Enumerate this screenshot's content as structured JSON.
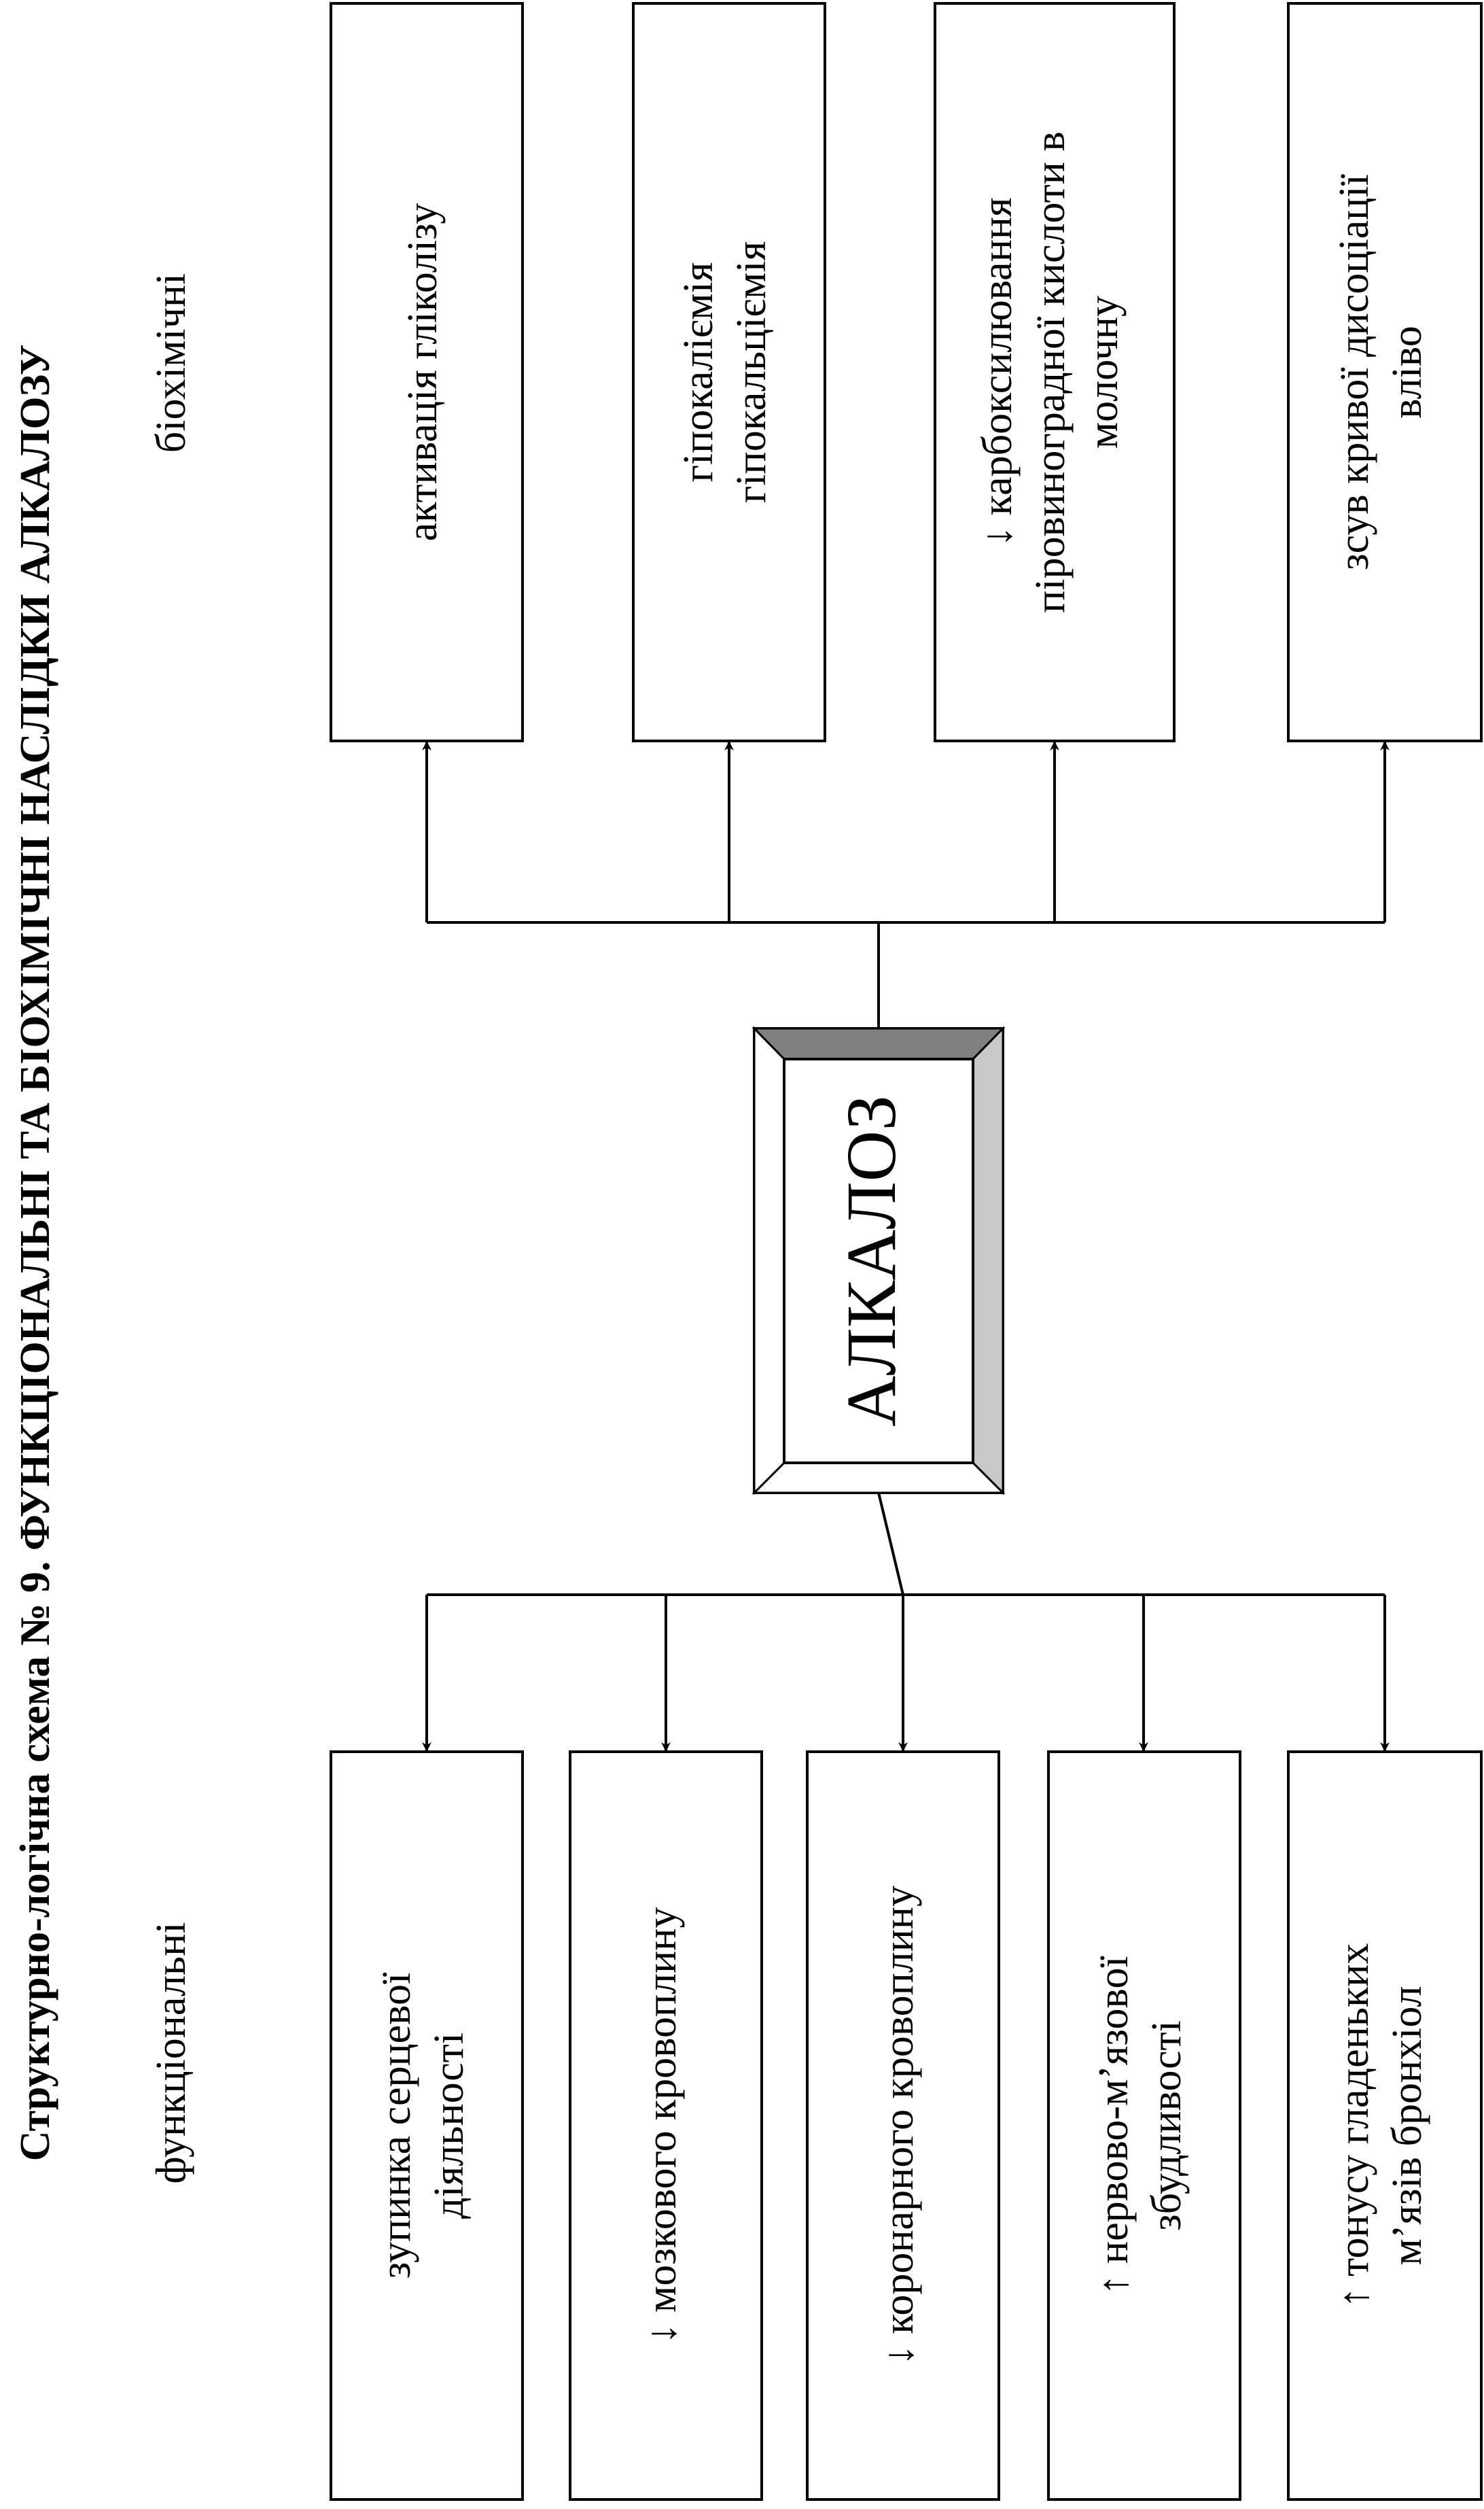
{
  "title": "Структурно-логічна схема № 9. ФУНКЦІОНАЛЬНІ ТА БІОХІМІЧНІ НАСЛІДКИ АЛКАЛОЗУ",
  "center": {
    "label": "АЛКАЛОЗ"
  },
  "categories": {
    "biochemical": "біохімічні",
    "functional": "функціональні"
  },
  "biochemical_effects": [
    {
      "lines": [
        "активація гліколізу"
      ]
    },
    {
      "lines": [
        "гіпокаліємія",
        "гіпокальціємія"
      ]
    },
    {
      "lines": [
        "↓ карбоксилювання",
        "піровиноградної кислоти в",
        "молочну"
      ]
    },
    {
      "lines": [
        "зсув кривої дисоціації",
        "вліво"
      ]
    }
  ],
  "functional_effects": [
    {
      "lines": [
        "зупинка серцевої",
        "діяльності"
      ]
    },
    {
      "lines": [
        "↓ мозкового кровоплину"
      ]
    },
    {
      "lines": [
        "↓ коронарного кровоплину"
      ]
    },
    {
      "lines": [
        "↑ нервово-м’язової",
        "збудливості"
      ]
    },
    {
      "lines": [
        "↑ тонусу гладеньких",
        "м’язів бронхіол"
      ]
    }
  ],
  "colors": {
    "line": "#000000",
    "bevel_dark": "#808080",
    "bevel_light": "#c8c8c8",
    "background": "#ffffff"
  }
}
